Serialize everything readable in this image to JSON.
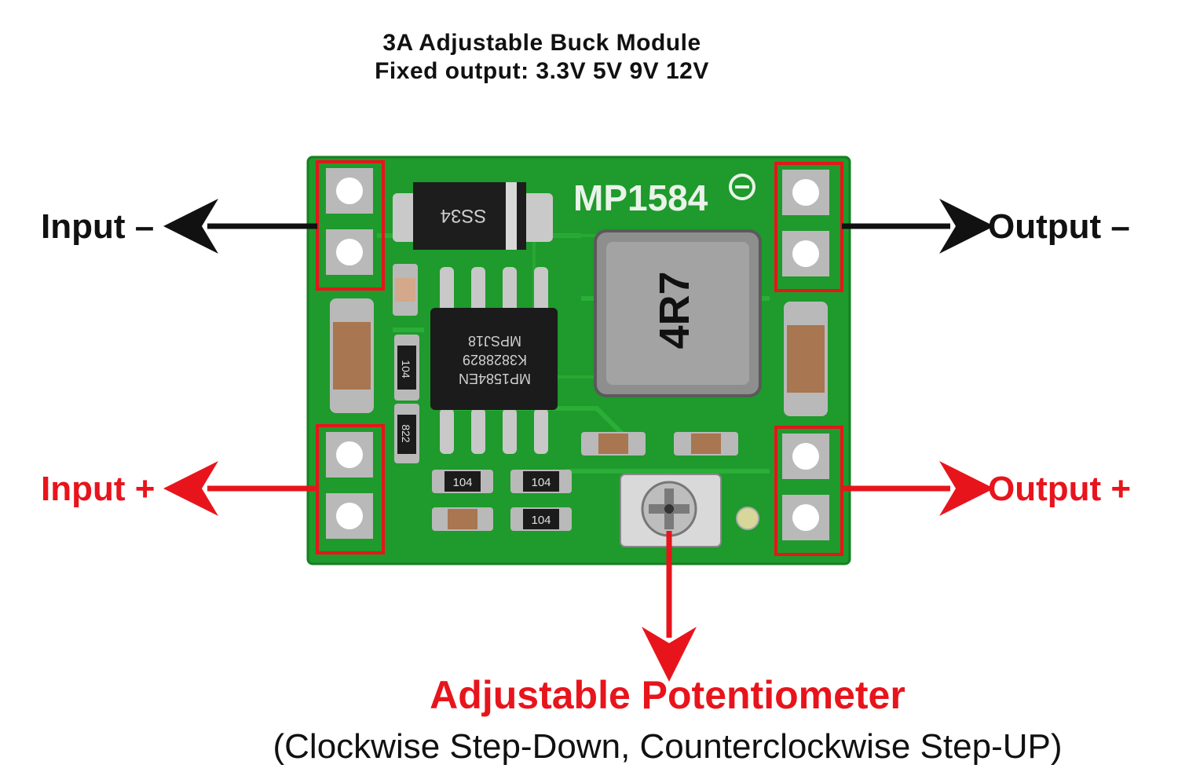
{
  "header": {
    "title": "3A Adjustable Buck Module",
    "subtitle": "Fixed output: 3.3V 5V 9V 12V"
  },
  "labels": {
    "input_neg": "Input –",
    "input_pos": "Input +",
    "output_neg": "Output –",
    "output_pos": "Output +"
  },
  "potentiometer": {
    "title": "Adjustable Potentiometer",
    "description": "(Clockwise Step-Down, Counterclockwise Step-UP)"
  },
  "board": {
    "silkscreen": "MP1584",
    "diode_marking": "SS34",
    "ic_marking": [
      "MP1584EN",
      "K3828829",
      "MPSJ18"
    ],
    "inductor_marking": "4R7",
    "resistor_markings": [
      "104",
      "822",
      "104",
      "104",
      "104"
    ]
  },
  "colors": {
    "pcb_green": "#1f9a2c",
    "highlight_red": "#e8141c",
    "arrow_black": "#111111"
  }
}
